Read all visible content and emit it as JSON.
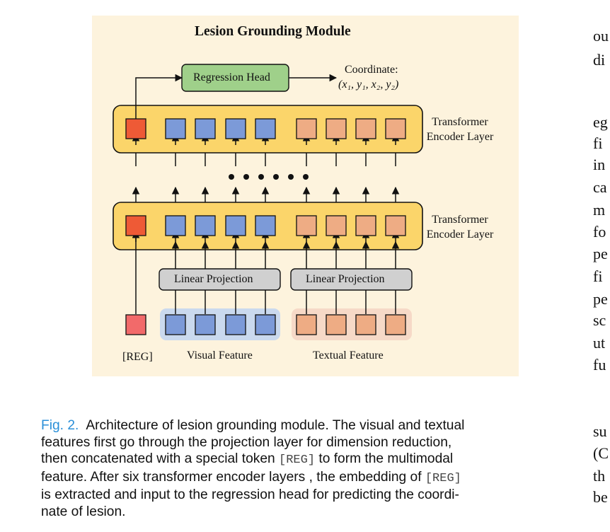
{
  "figure": {
    "title": "Lesion Grounding Module",
    "regression_head": "Regression Head",
    "coordinate_label": "Coordinate:",
    "coordinate_formula": "(x₁, y₁, x₂, y₂)",
    "encoder_label_line1": "Transformer",
    "encoder_label_line2": "Encoder Layer",
    "linear_projection": "Linear Projection",
    "reg_token_label": "[REG]",
    "visual_feature_label": "Visual Feature",
    "textual_feature_label": "Textual Feature",
    "colors": {
      "panel_bg": "#fdf3dd",
      "encoder_fill": "#fbd56a",
      "reg_token": "#ee5a36",
      "visual_token": "#7c9ad8",
      "textual_token": "#eeac84",
      "regression_head_fill": "#9fd08a",
      "projection_fill": "#d0d0d0",
      "visual_group_bg": "#cad9ee",
      "textual_group_bg": "#f6d9c7"
    }
  },
  "caption": {
    "fig_label": "Fig. 2.",
    "line1": "Architecture of lesion grounding module. The visual and textual",
    "line2": "features first go through the projection layer for dimension reduction,",
    "line3_a": "then concatenated with a special token ",
    "reg_token_1": "[REG]",
    "line3_b": " to form the multimodal",
    "line4_a": "feature. After six transformer encoder layers , the embedding of ",
    "reg_token_2": "[REG]",
    "line5": "is extracted and input to the regression head for predicting the coordi-",
    "line6": "nate of lesion."
  },
  "page_column": {
    "lines": [
      "ou",
      "di",
      "eg",
      "fi",
      "in",
      "ca",
      "m",
      "fo",
      "pe",
      "fi",
      "pe",
      "sc",
      "ut",
      "fu",
      "su",
      "(C",
      "th",
      "be"
    ]
  }
}
